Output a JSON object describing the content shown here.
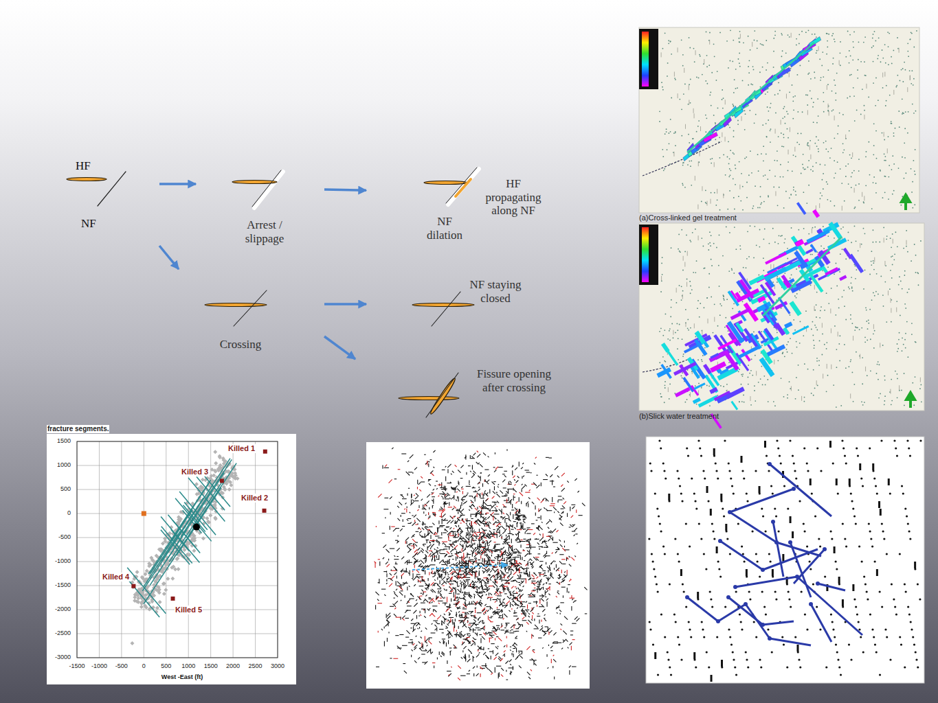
{
  "diagram": {
    "nodes": [
      {
        "text": [
          "HF",
          "NF"
        ]
      },
      {
        "text": [
          "Arrest / slippage"
        ]
      },
      {
        "text": [
          "HF propagating along NF",
          "NF dilation"
        ]
      },
      {
        "text": [
          "Crossing"
        ]
      },
      {
        "text": [
          "NF staying closed"
        ]
      },
      {
        "text": [
          "Fissure opening after crossing"
        ]
      }
    ],
    "edges": [
      {
        "from": 0,
        "to": 1,
        "arrow": "to"
      },
      {
        "from": 1,
        "to": 2,
        "arrow": "to"
      },
      {
        "from": 0,
        "to": 3,
        "arrow": "to"
      },
      {
        "from": 3,
        "to": 4,
        "arrow": "to"
      },
      {
        "from": 3,
        "to": 5,
        "arrow": "to"
      }
    ],
    "labels": [
      "(a)Cross-linked gel treatment",
      "(b)Slick water treatment",
      "fracture segments.",
      "Killed 1",
      "Killed 3",
      "Killed 2",
      "Killed 4",
      "Killed 5",
      "1500",
      "1000",
      "500",
      "0",
      "-500",
      "-1000",
      "-1500",
      "-2000",
      "-2500",
      "-3000",
      "-1500",
      "-1000",
      "-500",
      "0",
      "500",
      "1000",
      "1500",
      "2000",
      "2500",
      "3000",
      "West -East (ft)"
    ]
  }
}
